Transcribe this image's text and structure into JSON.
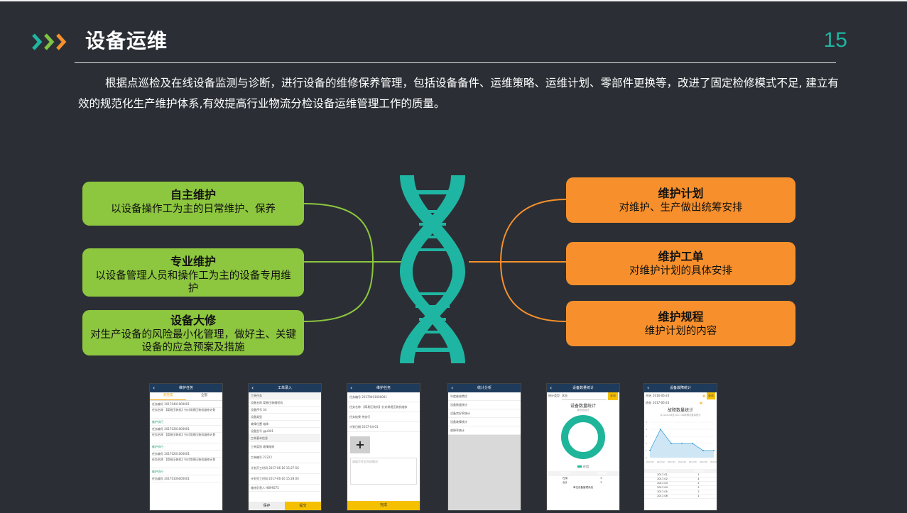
{
  "header": {
    "title": "设备运维",
    "page_number": "15"
  },
  "intro": "根据点巡检及在线设备监测与诊断，进行设备的维修保养管理，包括设备备件、运维策略、运维计划、零部件更换等，改进了固定检修模式不足, 建立有效的规范化生产维护体系,有效提高行业物流分检设备运维管理工作的质量。",
  "left_items": [
    {
      "title": "自主维护",
      "desc": "以设备操作工为主的日常维护、保养"
    },
    {
      "title": "专业维护",
      "desc": "以设备管理人员和操作工为主的设备专用维护"
    },
    {
      "title": "设备大修",
      "desc": "对生产设备的风险最小化管理，做好主、关键设备的应急预案及措施"
    }
  ],
  "right_items": [
    {
      "title": "维护计划",
      "desc": "对维护、生产做出统筹安排"
    },
    {
      "title": "维护工单",
      "desc": "对维护计划的具体安排"
    },
    {
      "title": "维护规程",
      "desc": "维护计划的内容"
    }
  ],
  "colors": {
    "background": "#2b2f35",
    "accent_teal": "#1fb5a3",
    "green": "#8dc63f",
    "orange": "#f7902c"
  },
  "screens": [
    {
      "title": "维护任务",
      "tabs": [
        "未完成",
        "全部"
      ],
      "rows": [
        "任务编号 20170401000001",
        "任务名称 【简易压装机】针对常规压装机维修计划",
        "维护执行",
        "任务编号 20170301000001",
        "任务名称 【简易压装机】针对常规压装机维修计划",
        "维护执行",
        "任务编号 20170201000001",
        "任务名称 【简易压装机】针对常规压装机维修计划",
        "维护执行",
        "任务编号 20170106000001"
      ]
    },
    {
      "title": "工单录入",
      "rows": [
        "工单任务",
        "设备名称 简易压装缝纫机",
        "设备序号 34",
        "设备类型",
        "故障位置 轴承",
        "设备型号 gps001",
        "工单基本信息",
        "工单类别 故障维修",
        "工单编号 22222",
        "计划开工时间 2017-06-16 15:27:56",
        "计划完工时间 2017-06-16 15:28:00",
        "维修负责人 HB99575"
      ],
      "buttons": [
        "保存",
        "提交"
      ]
    },
    {
      "title": "维护任务",
      "rows": [
        "任务编号 20170401000001",
        "任务名称 【简易压装机】针对常规压装机维修",
        "任务结果 待执行",
        "计划日期 2017-04-01"
      ],
      "note": "请填写任务完成情况",
      "button": "完成"
    },
    {
      "title": "统计分析",
      "rows": [
        "年度维修费用",
        "设备数量统计",
        "设备完好率统计",
        "设备故障统计",
        "故障率统计"
      ]
    },
    {
      "title": "设备数量统计",
      "filter_label": "统计类型",
      "filter_value": "状态",
      "query": "查询",
      "chart_title": "设备数量统计",
      "subtitle": "按状态统计",
      "legend": "在用",
      "table_header": [
        "设备状态",
        "设备数量"
      ],
      "table_rows": [
        [
          "在用",
          "5"
        ],
        [
          "合计",
          "5"
        ]
      ],
      "footer": "单位设备管理系统"
    },
    {
      "title": "设备故障统计",
      "start_label": "开始",
      "start": "2016-06-24",
      "end_label": "结束",
      "end": "2017-06-24",
      "query": "查询",
      "chart_title": "故障数量统计",
      "subtitle": "从2016-06至2017-06故障总数量统计",
      "table_header": [
        "日期",
        "故障数量"
      ]
    }
  ],
  "chart_data": {
    "type": "line",
    "title": "故障数量统计",
    "categories": [
      "2017-01",
      "2017-02",
      "2017-03",
      "2017-04",
      "2017-05",
      "2017-06",
      "2017-07"
    ],
    "series": [
      {
        "values": [
          1,
          4,
          2,
          2,
          2,
          1,
          1
        ]
      }
    ],
    "table_rows": [
      [
        "2017-01",
        "1"
      ],
      [
        "2017-02",
        "4"
      ],
      [
        "2017-03",
        "2"
      ],
      [
        "2017-04",
        "2"
      ],
      [
        "2017-05",
        "2"
      ],
      [
        "2017-06",
        "1"
      ]
    ]
  }
}
